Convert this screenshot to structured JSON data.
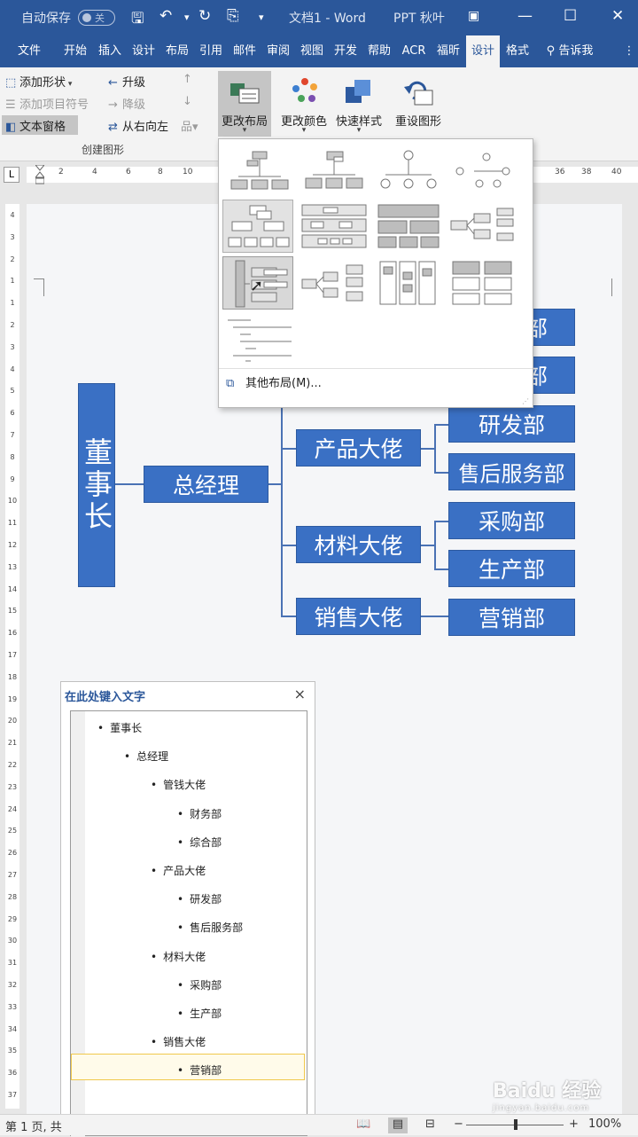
{
  "titlebar": {
    "autosave_label": "自动保存",
    "autosave_state": "关",
    "doc_title": "文档1 - Word",
    "account": "PPT 秋叶"
  },
  "menu": {
    "tabs": [
      "文件",
      "开始",
      "插入",
      "设计",
      "布局",
      "引用",
      "邮件",
      "审阅",
      "视图",
      "开发",
      "帮助",
      "ACR",
      "福昕",
      "设计",
      "格式"
    ],
    "active_index": 13,
    "tell_me": "告诉我"
  },
  "ribbon": {
    "add_shape": "添加形状",
    "add_bullet": "添加项目符号",
    "text_pane": "文本窗格",
    "promote": "升级",
    "demote": "降级",
    "right_to_left": "从右向左",
    "group_label": "创建图形",
    "change_layout": "更改布局",
    "change_colors": "更改颜色",
    "quick_styles": "快速样式",
    "reset_graphic": "重设图形"
  },
  "ruler": {
    "h_numbers": [
      "2",
      "4",
      "6",
      "8",
      "10",
      "36",
      "38",
      "40"
    ],
    "v_numbers": [
      "4",
      "3",
      "2",
      "1",
      "1",
      "2",
      "3",
      "4",
      "5",
      "6",
      "7",
      "8",
      "9",
      "10",
      "11",
      "12",
      "13",
      "14",
      "15",
      "16",
      "17",
      "18",
      "19",
      "20",
      "21",
      "22",
      "23",
      "24",
      "25",
      "26",
      "27",
      "28",
      "29",
      "30",
      "31",
      "32",
      "33",
      "34",
      "35",
      "36",
      "37"
    ]
  },
  "chart": {
    "chairman": "董事长",
    "gm": "总经理",
    "partial_top": "部",
    "partial_second": "部",
    "product": "产品大佬",
    "rd": "研发部",
    "aftersales": "售后服务部",
    "material": "材料大佬",
    "purchase": "采购部",
    "production": "生产部",
    "sales": "销售大佬",
    "marketing": "营销部"
  },
  "layout_gallery": {
    "more_layouts": "其他布局(M)..."
  },
  "text_pane": {
    "title": "在此处键入文字",
    "close": "×",
    "items": [
      {
        "text": "董事长",
        "level": 0
      },
      {
        "text": "总经理",
        "level": 1
      },
      {
        "text": "管钱大佬",
        "level": 2
      },
      {
        "text": "财务部",
        "level": 3
      },
      {
        "text": "综合部",
        "level": 3
      },
      {
        "text": "产品大佬",
        "level": 2
      },
      {
        "text": "研发部",
        "level": 3
      },
      {
        "text": "售后服务部",
        "level": 3
      },
      {
        "text": "材料大佬",
        "level": 2
      },
      {
        "text": "采购部",
        "level": 3
      },
      {
        "text": "生产部",
        "level": 3
      },
      {
        "text": "销售大佬",
        "level": 2
      },
      {
        "text": "营销部",
        "level": 3
      }
    ]
  },
  "statusbar": {
    "page": "第 1 页, 共",
    "zoom": "100%",
    "minus": "−",
    "plus": "+"
  },
  "watermark": {
    "brand": "Baidu 经验",
    "url": "jingyan.baidu.com"
  }
}
